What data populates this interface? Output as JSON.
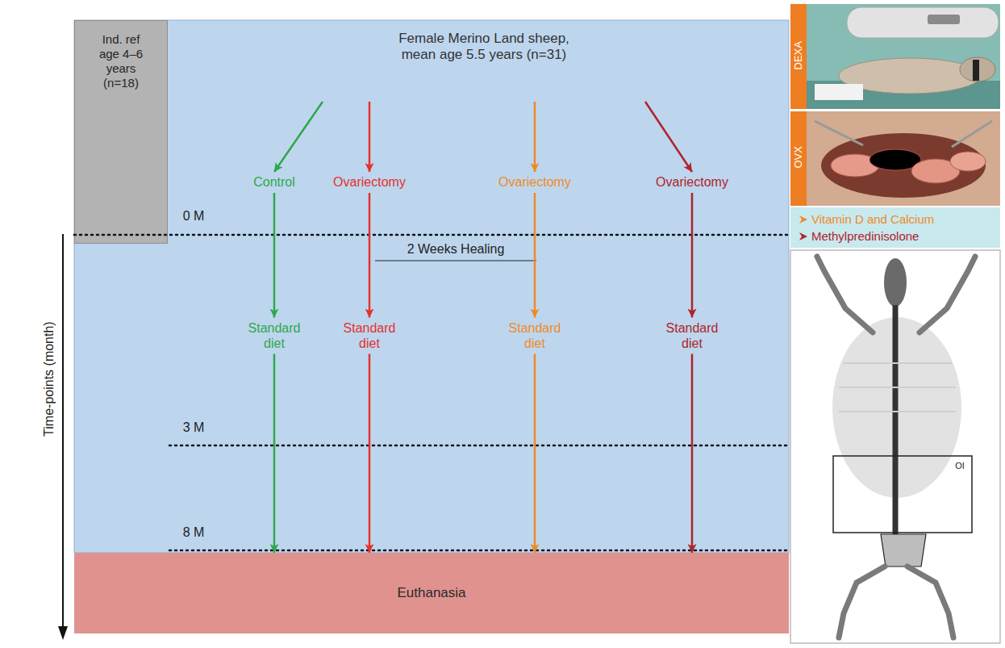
{
  "diagram": {
    "nodes": [
      {
        "text": [
          "Ind. ref age 4–6 years (n=18)"
        ]
      },
      {
        "text": [
          "Female Merino Land sheep, mean age 5.5 years (n=31)"
        ]
      },
      {
        "text": [
          "Control"
        ]
      },
      {
        "text": [
          "Ovariectomy"
        ]
      },
      {
        "text": [
          "Ovariectomy"
        ]
      },
      {
        "text": [
          "Ovariectomy"
        ]
      },
      {
        "text": [
          "Standard diet"
        ]
      },
      {
        "text": [
          "Standard diet"
        ]
      },
      {
        "text": [
          "Standard diet"
        ]
      },
      {
        "text": [
          "Standard diet"
        ]
      },
      {
        "text": [
          "Euthanasia"
        ]
      },
      {
        "text": [
          "DEXA"
        ]
      },
      {
        "text": [
          "OVX"
        ]
      }
    ],
    "edges": [
      {
        "from": 1,
        "to": 2,
        "arrow": "to"
      },
      {
        "from": 1,
        "to": 3,
        "arrow": "to"
      },
      {
        "from": 1,
        "to": 4,
        "arrow": "to"
      },
      {
        "from": 1,
        "to": 5,
        "arrow": "to"
      },
      {
        "from": 2,
        "to": 6,
        "arrow": "to"
      },
      {
        "from": 3,
        "to": 7,
        "arrow": "to"
      },
      {
        "from": 4,
        "to": 8,
        "arrow": "to"
      },
      {
        "from": 5,
        "to": 9,
        "arrow": "to"
      },
      {
        "from": 6,
        "to": 10,
        "arrow": "to"
      },
      {
        "from": 7,
        "to": 10,
        "arrow": "to"
      },
      {
        "from": 8,
        "to": 10,
        "arrow": "to"
      },
      {
        "from": 9,
        "to": 10,
        "arrow": "to"
      }
    ],
    "labels": [
      "0 M",
      "2 Weeks Healing",
      "3 M",
      "8 M",
      "Time-points (month)",
      "OI"
    ],
    "legend": [
      {
        "text": "Vitamin D and Calcium",
        "color": "#f08a24"
      },
      {
        "text": "Methylpredinisolone",
        "color": "#b0232a"
      }
    ]
  }
}
